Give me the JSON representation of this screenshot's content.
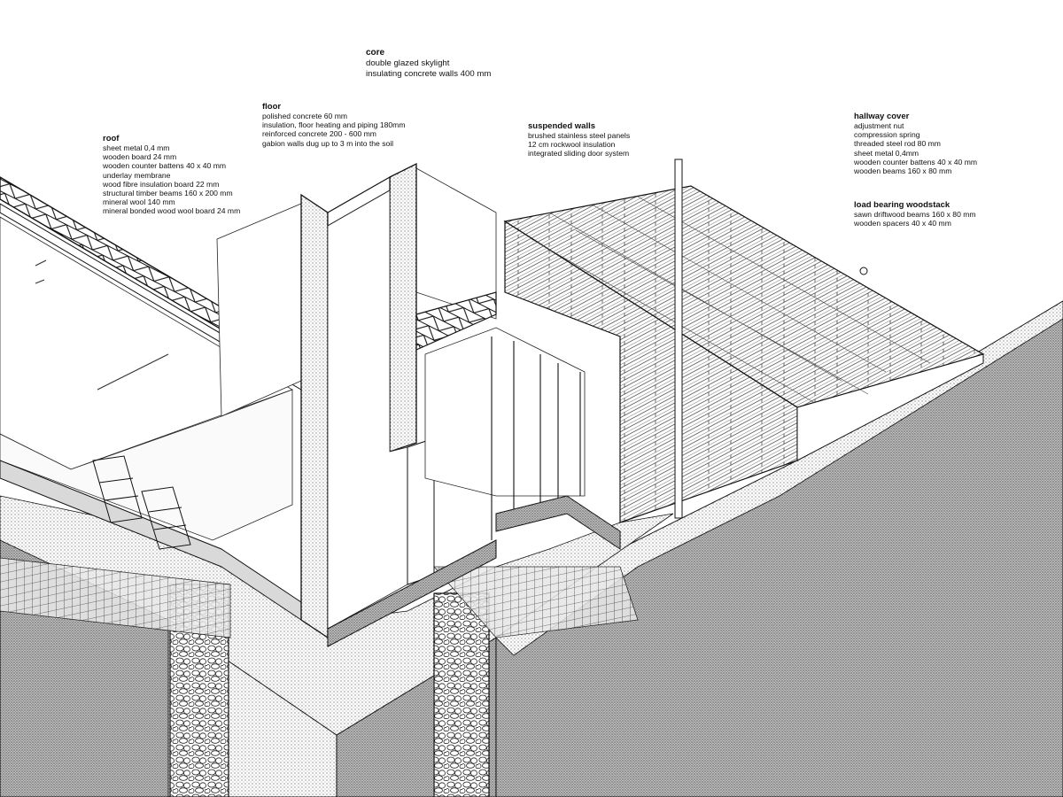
{
  "labels": {
    "core": {
      "title": "core",
      "lines": [
        "double glazed skylight",
        "insulating concrete walls 400 mm"
      ]
    },
    "floor": {
      "title": "floor",
      "lines": [
        "polished concrete 60 mm",
        "insulation, floor heating and piping 180mm",
        "reinforced concrete 200 - 600 mm",
        "gabion walls dug up to 3 m into the soil"
      ]
    },
    "roof": {
      "title": "roof",
      "lines": [
        "sheet metal 0,4 mm",
        "wooden board 24 mm",
        "wooden counter battens 40 x 40 mm",
        "underlay membrane",
        "wood fibre insulation board 22 mm",
        "structural timber beams 160 x 200 mm",
        "mineral wool 140 mm",
        "mineral bonded wood wool board 24 mm"
      ]
    },
    "suspended_walls": {
      "title": "suspended walls",
      "lines": [
        "brushed stainless steel panels",
        "12 cm rockwool insulation",
        "integrated sliding door system"
      ]
    },
    "hallway_cover": {
      "title": "hallway cover",
      "lines": [
        "adjustment nut",
        "compression spring",
        "threaded steel rod 80 mm",
        "sheet metal 0,4mm",
        "wooden counter battens 40 x 40 mm",
        "wooden beams 160 x 80 mm"
      ]
    },
    "load_bearing_woodstack": {
      "title": "load bearing woodstack",
      "lines": [
        "sawn driftwood beams 160 x 80 mm",
        "wooden spacers 40 x 40 mm"
      ]
    }
  },
  "colors": {
    "ink": "#111111",
    "paper": "#ffffff",
    "hatch": "#8a8a8a"
  }
}
